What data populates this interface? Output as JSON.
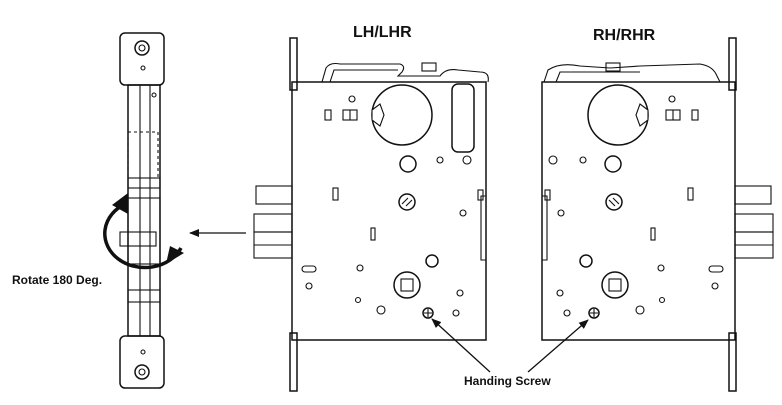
{
  "labels": {
    "left_case": "LH/LHR",
    "right_case": "RH/RHR",
    "rotate": "Rotate 180 Deg.",
    "handing_screw": "Handing Screw"
  }
}
